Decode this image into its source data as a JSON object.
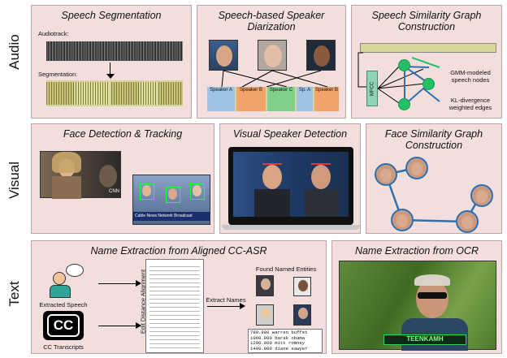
{
  "rows": {
    "audio": "Audio",
    "visual": "Visual",
    "text": "Text"
  },
  "audio": {
    "seg": {
      "title": "Speech Segmentation",
      "audiotrack_label": "Audiotrack:",
      "segmentation_label": "Segmentation:"
    },
    "diar": {
      "title": "Speech-based Speaker Diarization",
      "speakers": [
        "Speaker A",
        "Speaker B",
        "Speaker C",
        "Sp. A",
        "Speaker B"
      ]
    },
    "graph": {
      "title": "Speech Similarity Graph Construction",
      "mfcc_label": "MFCC",
      "nodes_label": "GMM-modeled speech nodes",
      "edges_label": "KL-divergence weighted edges"
    }
  },
  "visual": {
    "det": {
      "title": "Face Detection & Tracking",
      "ticker": "Cable News Network Broadcast",
      "logo": "CNN"
    },
    "vsd": {
      "title": "Visual Speaker Detection"
    },
    "fgraph": {
      "title": "Face Similarity Graph Construction"
    }
  },
  "text": {
    "ccasr": {
      "title": "Name Extraction from Aligned CC-ASR",
      "speech_label": "Extracted Speech",
      "cc_logo": "CC",
      "cc_label": "CC Transcripts",
      "alignment_label": "Edit Distance Alignment",
      "extract_label": "Extract Names",
      "found_label": "Found Named Entities",
      "entities": [
        {
          "time": "780.980",
          "name": "warren buffet"
        },
        {
          "time": "1060.800",
          "name": "barak obama"
        },
        {
          "time": "1200.800",
          "name": "mitt romney"
        },
        {
          "time": "1400.800",
          "name": "diane sawyer"
        }
      ]
    },
    "ocr": {
      "title": "Name Extraction from OCR",
      "banner": "TEENKAMH"
    }
  },
  "colors": {
    "panel_bg": "#f3dede",
    "node_green": "#22c063",
    "graph_blue": "#2f6fb0",
    "spk_a": "#9fc3e6",
    "spk_b": "#f0a46a",
    "spk_c": "#7fd08a"
  }
}
